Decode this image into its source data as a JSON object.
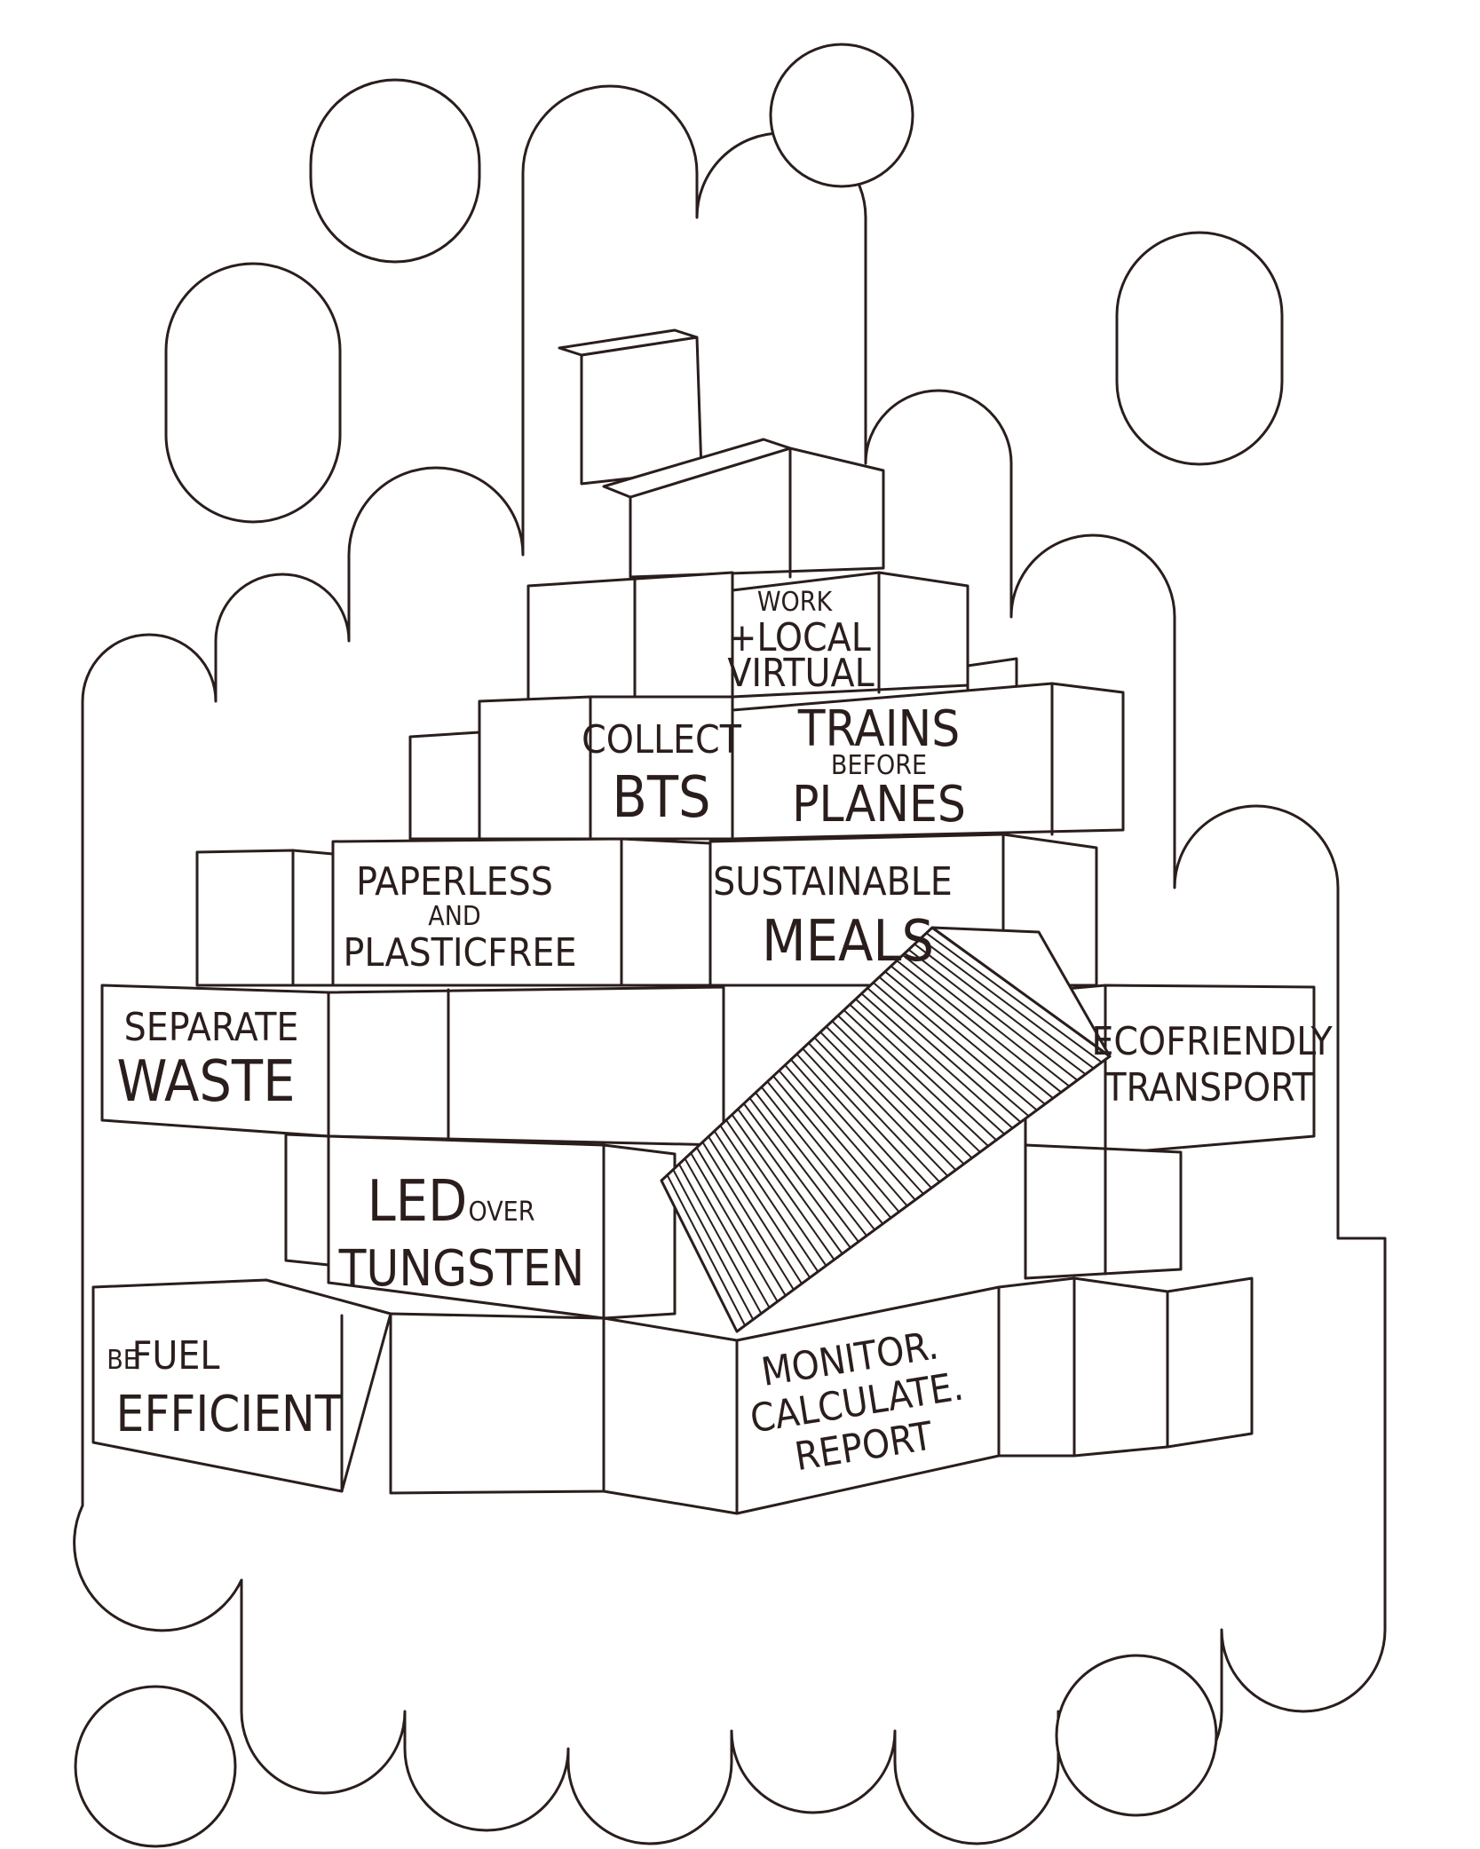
{
  "theme": {
    "ink": "#2a1e1c",
    "paper": "#ffffff"
  },
  "labels": {
    "work_local_virtual": {
      "line1": "WORK",
      "line2": "+LOCAL",
      "line3": "VIRTUAL"
    },
    "collect_bts": {
      "line1": "COLLECT",
      "line2": "BTS"
    },
    "trains_before_planes": {
      "line1": "TRAINS",
      "line2": "BEFORE",
      "line3": "PLANES"
    },
    "paperless_plasticfree": {
      "line1": "PAPERLESS",
      "line2": "AND",
      "line3": "PLASTICFREE"
    },
    "sustainable_meals": {
      "line1": "SUSTAINABLE",
      "line2": "MEALS"
    },
    "separate_waste": {
      "line1": "SEPARATE",
      "line2": "WASTE"
    },
    "ecofriendly_transport": {
      "line1": "ECOFRIENDLY",
      "line2": "TRANSPORT"
    },
    "led_over_tungsten": {
      "line1": "LED",
      "line1b": "OVER",
      "line2": "TUNGSTEN"
    },
    "be_fuel_efficient": {
      "line1a": "BE",
      "line1b": "FUEL",
      "line2": "EFFICIENT"
    },
    "monitor_calculate_report": {
      "line1": "MONITOR.",
      "line2": "CALCULATE.",
      "line3": "REPORT"
    }
  }
}
